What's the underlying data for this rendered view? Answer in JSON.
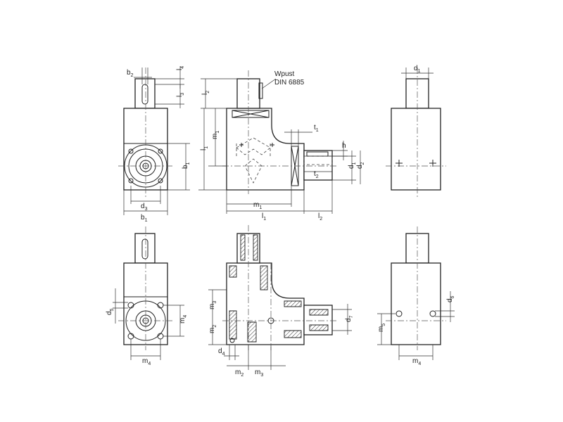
{
  "note": {
    "line1": "Wpust",
    "line2": "DIN 6885"
  },
  "dims": {
    "b2": {
      "m": "b",
      "s": "2"
    },
    "l4": {
      "m": "l",
      "s": "4"
    },
    "l3": {
      "m": "l",
      "s": "3"
    },
    "b1_right": {
      "m": "b",
      "s": "1"
    },
    "d3": {
      "m": "d",
      "s": "3"
    },
    "b1_bottom": {
      "m": "b",
      "s": "1"
    },
    "l2_top": {
      "m": "l",
      "s": "2"
    },
    "m1_vert": {
      "m": "m",
      "s": "1"
    },
    "l1_vert": {
      "m": "l",
      "s": "1"
    },
    "t1": {
      "m": "t",
      "s": "1"
    },
    "h": {
      "m": "h",
      "s": ""
    },
    "t2": {
      "m": "t",
      "s": "2"
    },
    "d1_mid": {
      "m": "d",
      "s": "1"
    },
    "d2": {
      "m": "d",
      "s": "2"
    },
    "m1_horiz": {
      "m": "m",
      "s": "1"
    },
    "l1_horiz": {
      "m": "l",
      "s": "1"
    },
    "l2_right": {
      "m": "l",
      "s": "2"
    },
    "d1_right": {
      "m": "d",
      "s": "1"
    },
    "d5": {
      "m": "d",
      "s": "5"
    },
    "m4_vert": {
      "m": "m",
      "s": "4"
    },
    "m4_bl": {
      "m": "m",
      "s": "4"
    },
    "m3_vert": {
      "m": "m",
      "s": "3"
    },
    "m2_vert": {
      "m": "m",
      "s": "2"
    },
    "d4": {
      "m": "d",
      "s": "4"
    },
    "m2_horiz": {
      "m": "m",
      "s": "2"
    },
    "m3_horiz": {
      "m": "m",
      "s": "3"
    },
    "d7": {
      "m": "d",
      "s": "7"
    },
    "d6": {
      "m": "d",
      "s": "6"
    },
    "m5": {
      "m": "m",
      "s": "5"
    },
    "m4_br": {
      "m": "m",
      "s": "4"
    }
  }
}
